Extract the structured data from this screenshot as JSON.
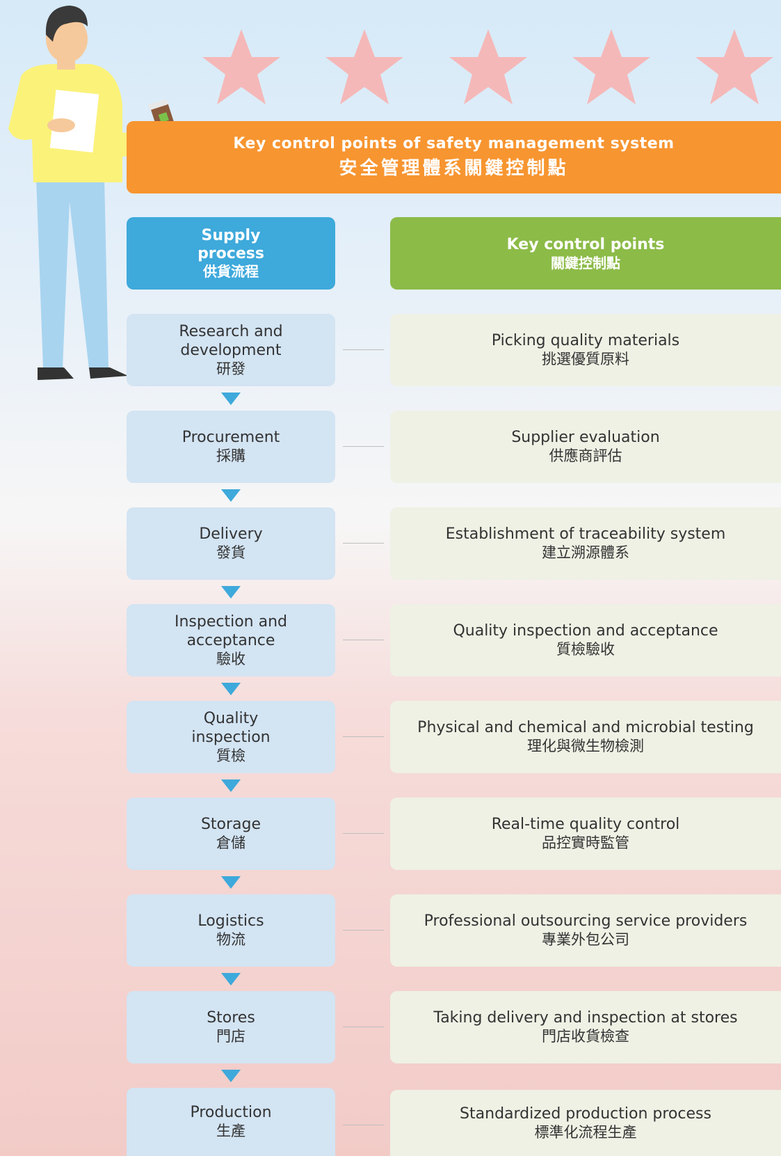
{
  "banner": {
    "title_en": "Key control points of safety management system",
    "title_zh": "安全管理體系關鍵控制點"
  },
  "headers": {
    "supply_en": "Supply process",
    "supply_zh": "供貨流程",
    "key_en": "Key control points",
    "key_zh": "關鍵控制點"
  },
  "steps": [
    {
      "en": "Research and development",
      "zh": "研發"
    },
    {
      "en": "Procurement",
      "zh": "採購"
    },
    {
      "en": "Delivery",
      "zh": "發貨"
    },
    {
      "en": "Inspection and acceptance",
      "zh": "驗收"
    },
    {
      "en": "Quality inspection",
      "zh": "質檢"
    },
    {
      "en": "Storage",
      "zh": "倉儲"
    },
    {
      "en": "Logistics",
      "zh": "物流"
    },
    {
      "en": "Stores",
      "zh": "門店"
    },
    {
      "en": "Production",
      "zh": "生產"
    }
  ],
  "controls": [
    {
      "en": "Picking quality materials",
      "zh": "挑選優質原料"
    },
    {
      "en": "Supplier evaluation",
      "zh": "供應商評估"
    },
    {
      "en": "Establishment of traceability system",
      "zh": "建立溯源體系"
    },
    {
      "en": "Quality inspection and acceptance",
      "zh": "質檢驗收"
    },
    {
      "en": "Physical and chemical and microbial testing",
      "zh": "理化與微生物檢測"
    },
    {
      "en": "Real-time quality control",
      "zh": "品控實時監管"
    },
    {
      "en": "Professional outsourcing service providers",
      "zh": "專業外包公司"
    },
    {
      "en": "Taking delivery and inspection at stores",
      "zh": "門店收貨檢查"
    },
    {
      "en": "Standardized production process",
      "zh": "標準化流程生產"
    }
  ],
  "colors": {
    "banner": "#f79530",
    "supply_header": "#3ea9db",
    "key_header": "#8cbb48",
    "step_box": "#d3e4f3",
    "control_box": "#eef1e4",
    "star": "#f5b8b8"
  }
}
